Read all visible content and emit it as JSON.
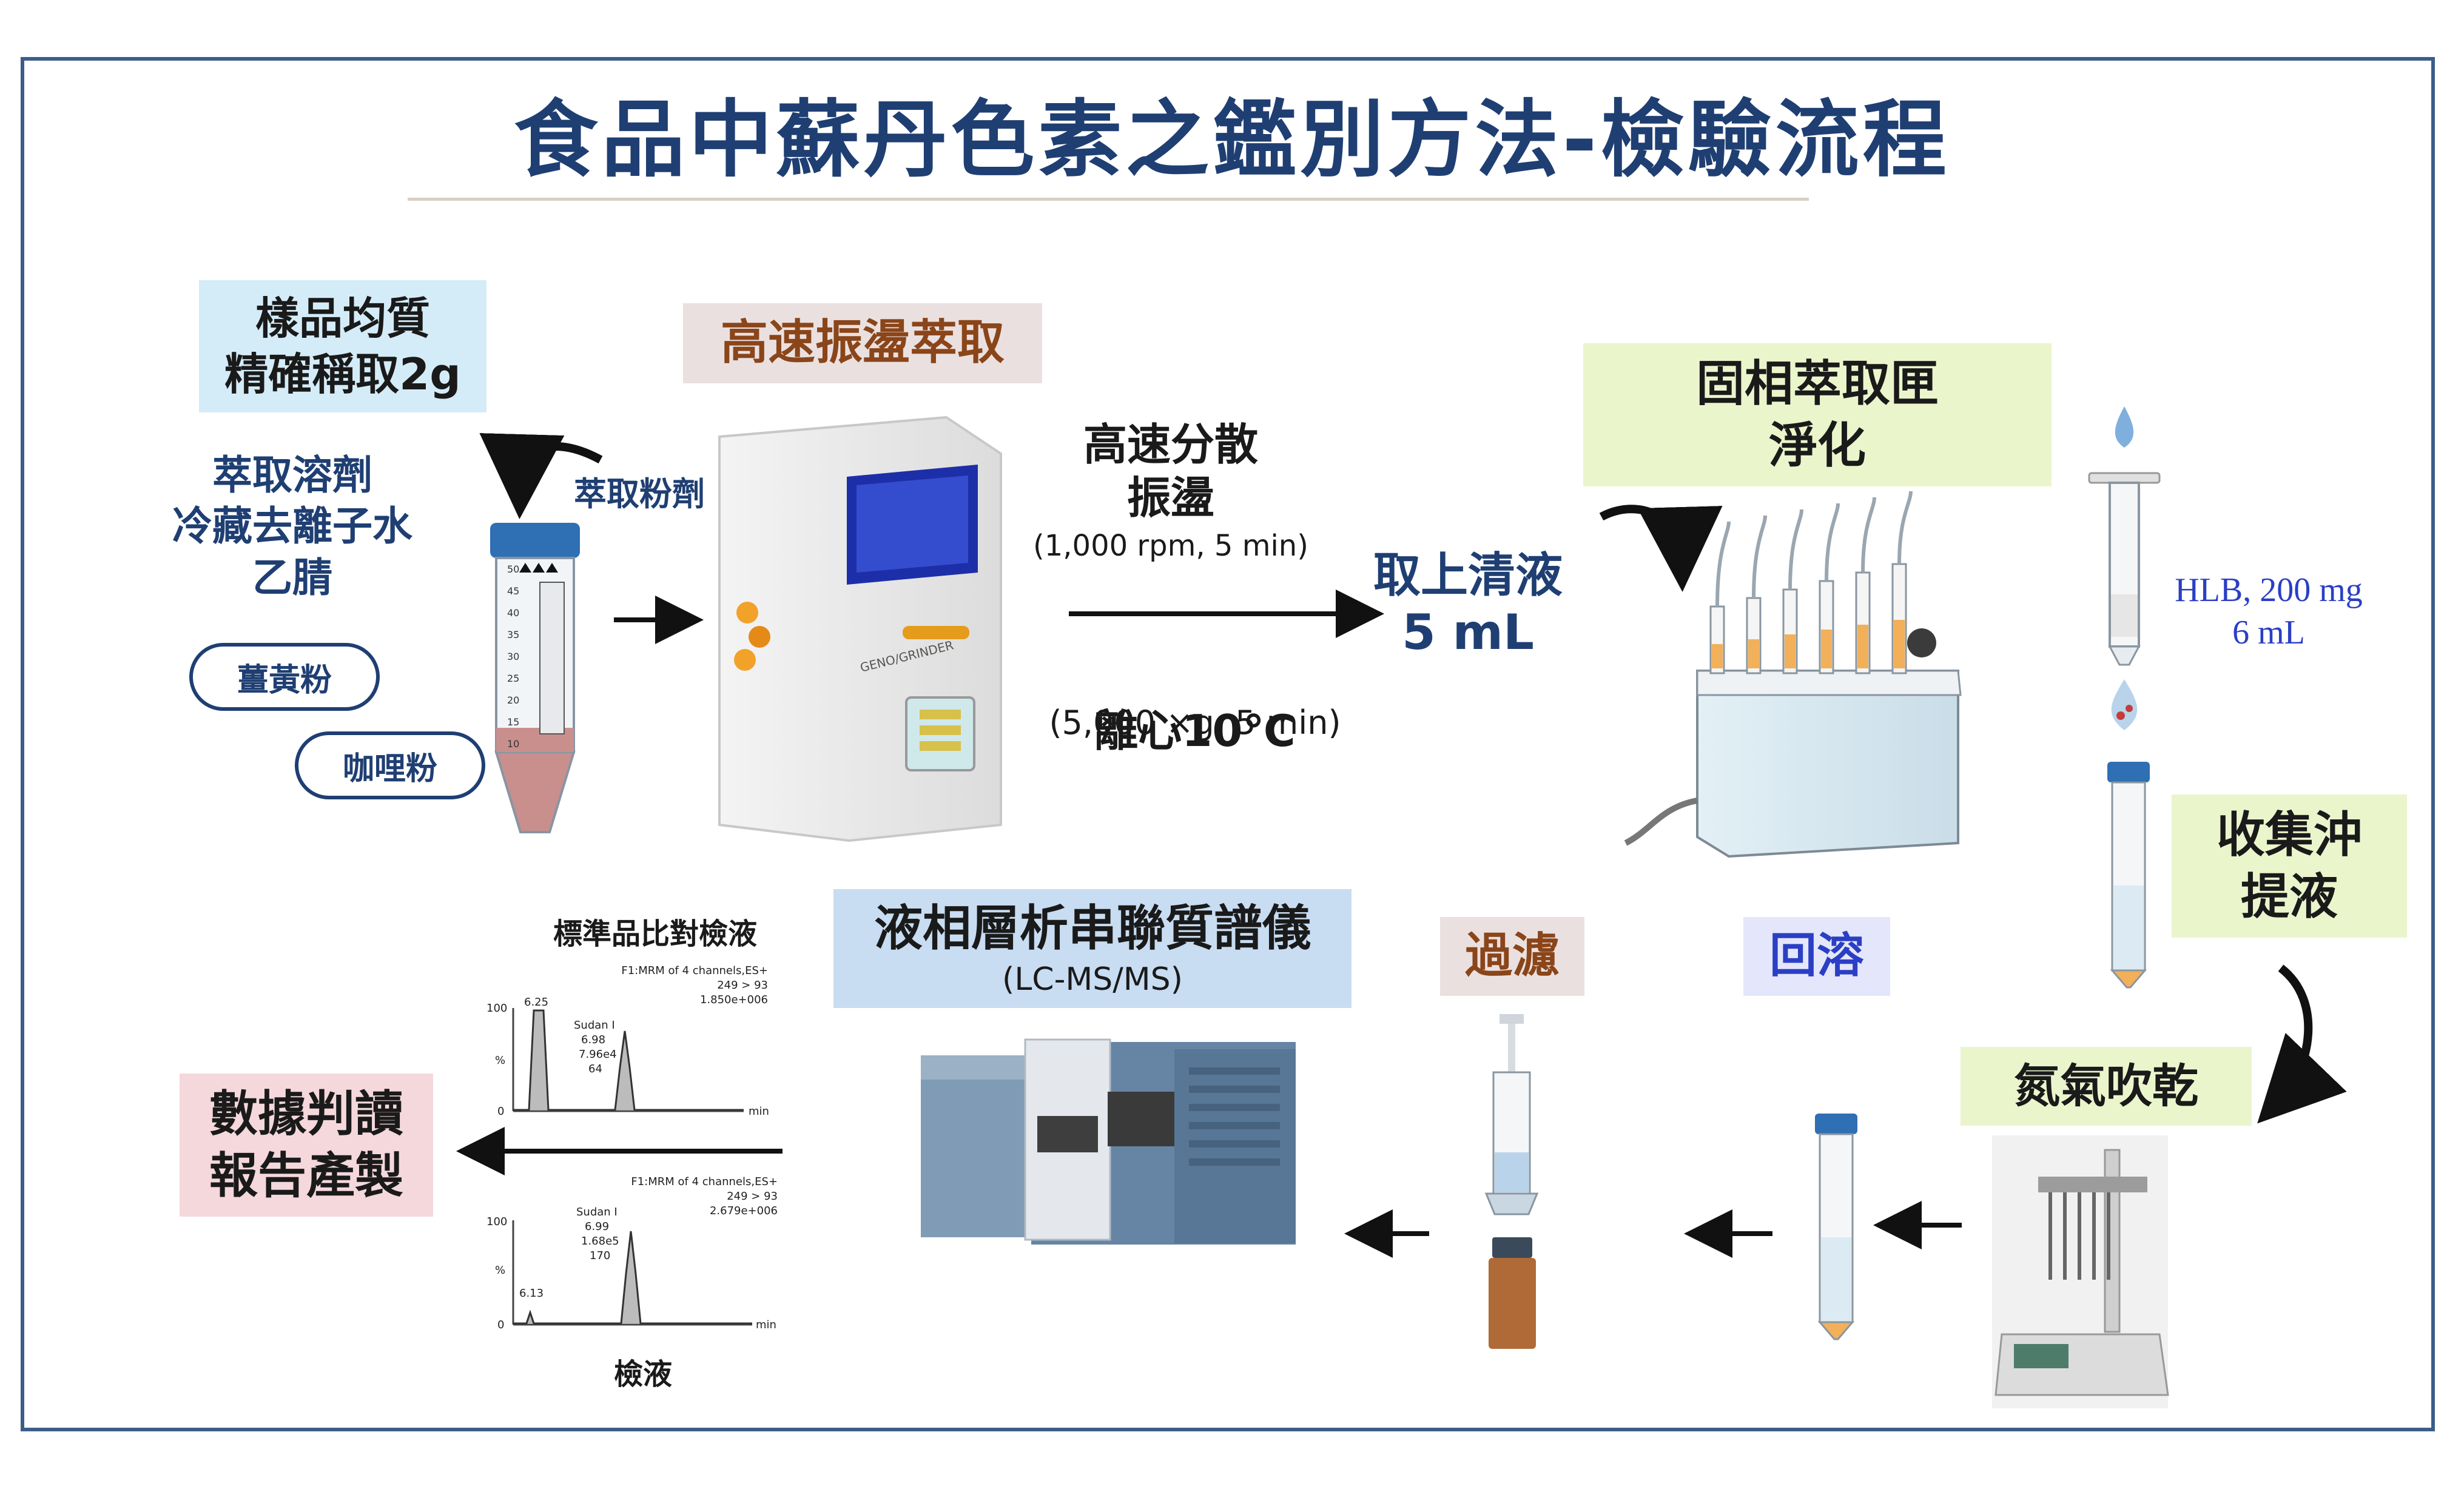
{
  "title": "食品中蘇丹色素之鑑別方法-檢驗流程",
  "steps": {
    "homogenize": "樣品均質\n精確稱取2g",
    "shake": "高速振盪萃取",
    "spe": "固相萃取匣\n淨化",
    "collect": "收集沖\n提液",
    "nitrogen": "氮氣吹乾",
    "redissolve": "回溶",
    "filter": "過濾",
    "lcms": "液相層析串聯質譜儀",
    "lcms_sub": "(LC-MS/MS)",
    "report": "數據判讀\n報告產製"
  },
  "labels": {
    "solvent": "萃取溶劑\n冷藏去離子水\n乙腈",
    "turmeric": "薑黃粉",
    "curry": "咖哩粉",
    "extract_powder": "萃取粉劑",
    "disperse": "高速分散\n振盪",
    "disperse_cond": "(1,000 rpm, 5 min)",
    "centrifuge_pre": "離心",
    "centrifuge_temp": "10℃",
    "centrifuge_cond": "(5,000 ×g, 5 min)",
    "supernatant": "取上清液",
    "supernatant_vol": "5 mL",
    "cartridge": "HLB, 200 mg\n6 mL"
  },
  "device_text": {
    "brand": "GENO/GRINDER"
  },
  "tube_scale": [
    "50",
    "45",
    "40",
    "35",
    "30",
    "25",
    "20",
    "15",
    "10"
  ],
  "chromatograms": [
    {
      "heading": "標準品比對檢液",
      "trace": "F1:MRM of 4 channels,ES+",
      "transition": "249 > 93",
      "intensity": "1.850e+006",
      "y_top": "100",
      "y_unit": "%",
      "y_zero": "0",
      "x_unit": "min",
      "peak1_rt": "6.25",
      "peak_name": "Sudan I",
      "peak_rt": "6.98",
      "peak_area": "7.96e4",
      "peak_height": "64"
    },
    {
      "heading": "檢液",
      "trace": "F1:MRM of 4 channels,ES+",
      "transition": "249 > 93",
      "intensity": "2.679e+006",
      "y_top": "100",
      "y_unit": "%",
      "y_zero": "0",
      "x_unit": "min",
      "peak1_rt": "6.13",
      "peak_name": "Sudan I",
      "peak_rt": "6.99",
      "peak_area": "1.68e5",
      "peak_height": "170"
    }
  ],
  "colors": {
    "title": "#1f3f73",
    "frame": "#3b5d8a",
    "orange_label": "#8a4519",
    "blue_label": "#2b3fc4",
    "tube_cap": "#2f6fb3",
    "sample_fill": "#c98f8d",
    "orange_fill": "#f2b05a",
    "instrument": "#5c7fa0"
  }
}
